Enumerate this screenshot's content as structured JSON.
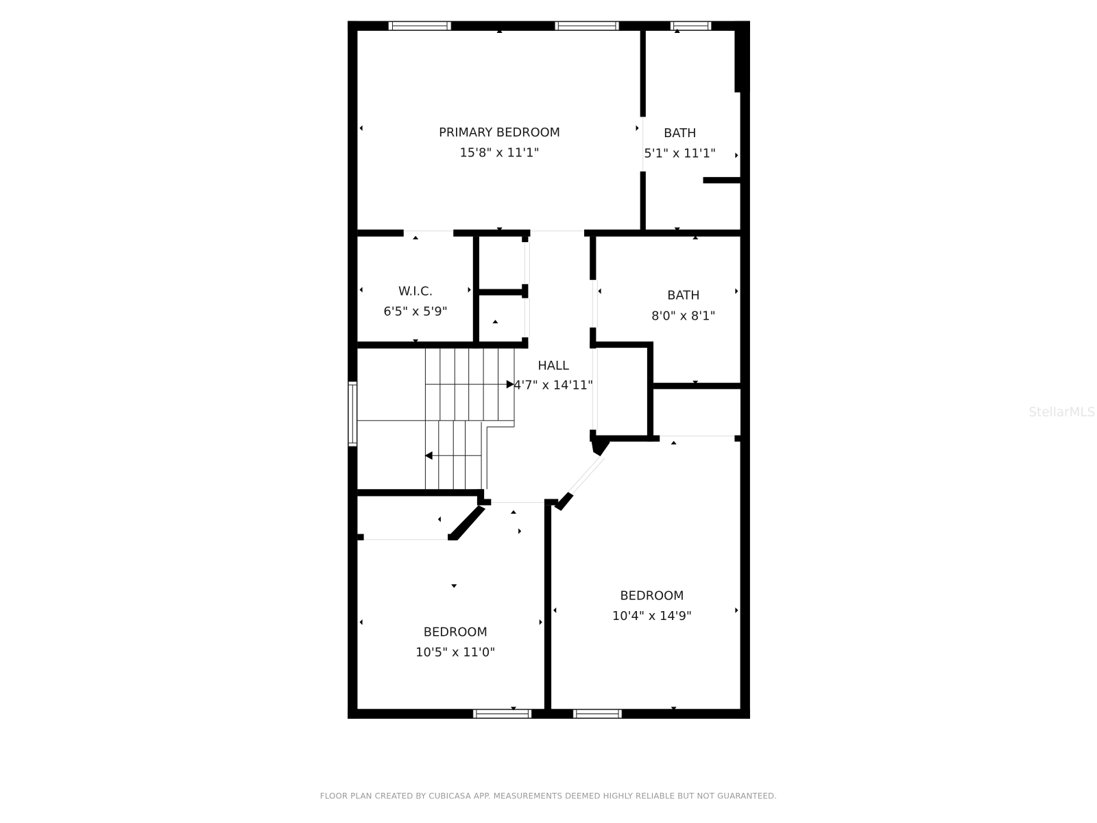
{
  "floor_plan": {
    "rooms": [
      {
        "name": "PRIMARY BEDROOM",
        "dimensions": "15'8\" x 11'1\""
      },
      {
        "name": "BATH",
        "dimensions": "5'1\" x 11'1\""
      },
      {
        "name": "W.I.C.",
        "dimensions": "6'5\" x 5'9\""
      },
      {
        "name": "BATH",
        "dimensions": "8'0\" x 8'1\""
      },
      {
        "name": "HALL",
        "dimensions": "4'7\" x 14'11\""
      },
      {
        "name": "BEDROOM",
        "dimensions": "10'5\" x 11'0\""
      },
      {
        "name": "BEDROOM",
        "dimensions": "10'4\" x 14'9\""
      }
    ],
    "colors": {
      "wall": "#000000",
      "background": "#ffffff",
      "footer_text": "#9a9a9a",
      "watermark": "#e6e6e6"
    }
  },
  "watermark": "StellarMLS",
  "footer": "FLOOR PLAN CREATED BY CUBICASA APP. MEASUREMENTS DEEMED HIGHLY RELIABLE BUT NOT GUARANTEED."
}
